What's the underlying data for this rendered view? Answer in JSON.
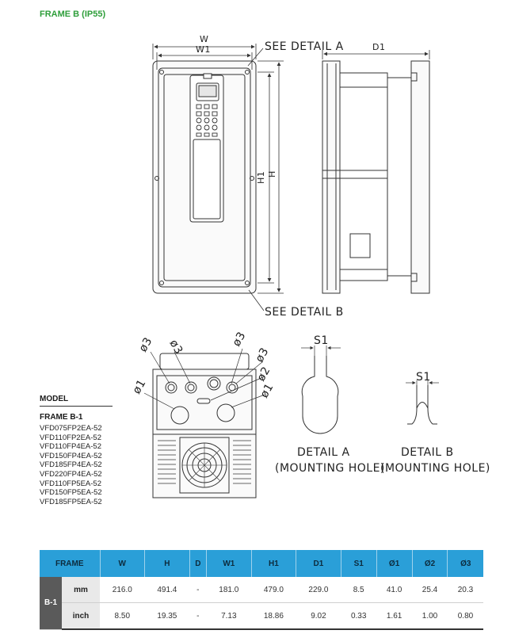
{
  "title": "FRAME B (IP55)",
  "labels": {
    "w": "W",
    "w1": "W1",
    "d1": "D1",
    "h1": "H1",
    "h": "H",
    "see_detail_a": "SEE  DETAIL  A",
    "see_detail_b": "SEE  DETAIL  B",
    "s1": "S1",
    "phi1": "ø1",
    "phi2": "ø2",
    "phi3": "ø3",
    "detail_a_line1": "DETAIL  A",
    "detail_a_line2": "(MOUNTING  HOLE)",
    "detail_b_line1": "DETAIL  B",
    "detail_b_line2": "(MOUNTING  HOLE)"
  },
  "model": {
    "heading": "MODEL",
    "frame": "FRAME B-1",
    "items": [
      "VFD075FP2EA-52",
      "VFD110FP2EA-52",
      "VFD110FP4EA-52",
      "VFD150FP4EA-52",
      "VFD185FP4EA-52",
      "VFD220FP4EA-52",
      "VFD110FP5EA-52",
      "VFD150FP5EA-52",
      "VFD185FP5EA-52"
    ]
  },
  "table": {
    "headers": [
      "FRAME",
      "W",
      "H",
      "D",
      "W1",
      "H1",
      "D1",
      "S1",
      "Ø1",
      "Ø2",
      "Ø3"
    ],
    "frame": "B-1",
    "rows": [
      {
        "unit": "mm",
        "values": [
          "216.0",
          "491.4",
          "-",
          "181.0",
          "479.0",
          "229.0",
          "8.5",
          "41.0",
          "25.4",
          "20.3"
        ]
      },
      {
        "unit": "inch",
        "values": [
          "8.50",
          "19.35",
          "-",
          "7.13",
          "18.86",
          "9.02",
          "0.33",
          "1.61",
          "1.00",
          "0.80"
        ]
      }
    ]
  }
}
